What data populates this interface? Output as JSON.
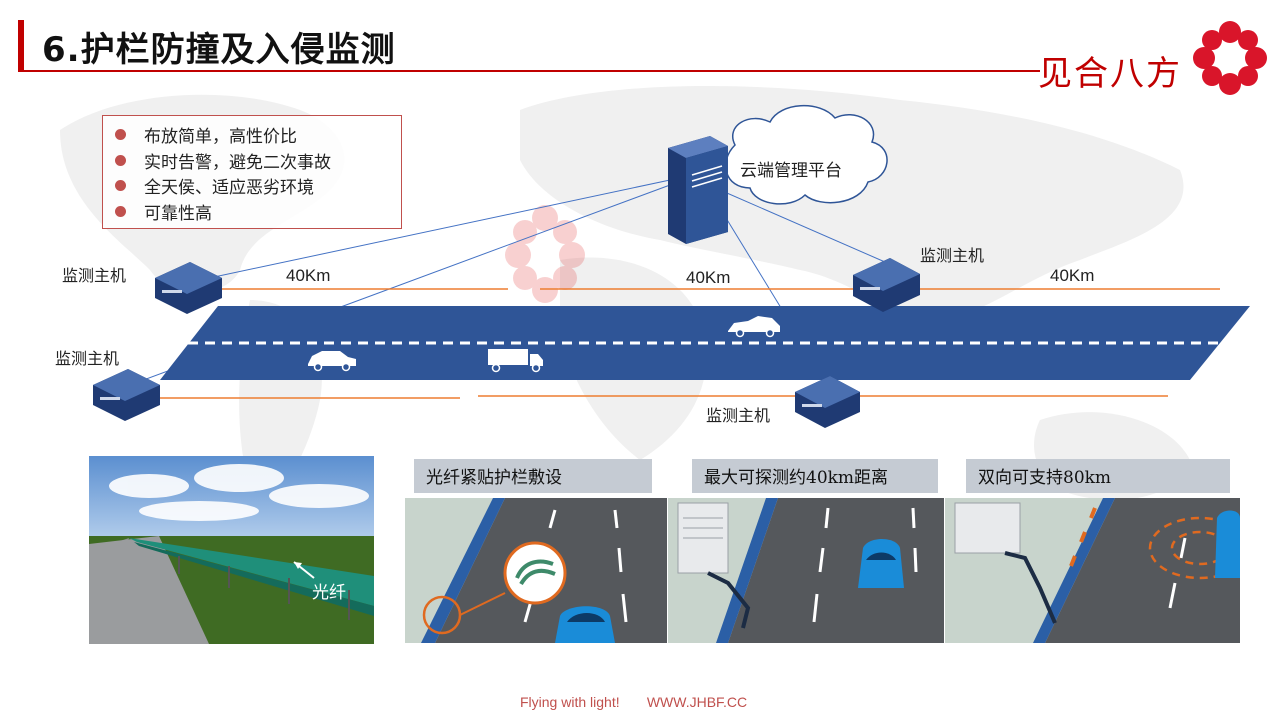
{
  "header": {
    "title": "6.护栏防撞及入侵监测",
    "brand": "见合八方"
  },
  "features": [
    "布放简单，高性价比",
    "实时告警，避免二次事故",
    "全天侯、适应恶劣环境",
    "可靠性高"
  ],
  "diagram": {
    "cloud_label": "云端管理平台",
    "host_label": "监测主机",
    "distance_label": "40Km"
  },
  "photo": {
    "fiber_label": "光纤"
  },
  "steps": [
    "光纤紧贴护栏敷设",
    "最大可探测约40km距离",
    "双向可支持80km"
  ],
  "footer": {
    "slogan": "Flying with light!",
    "url": "WWW.JHBF.CC"
  },
  "colors": {
    "accent": "#c00000",
    "road": "#2f5597",
    "fiber": "#ed7d31",
    "link": "#4472c4"
  }
}
